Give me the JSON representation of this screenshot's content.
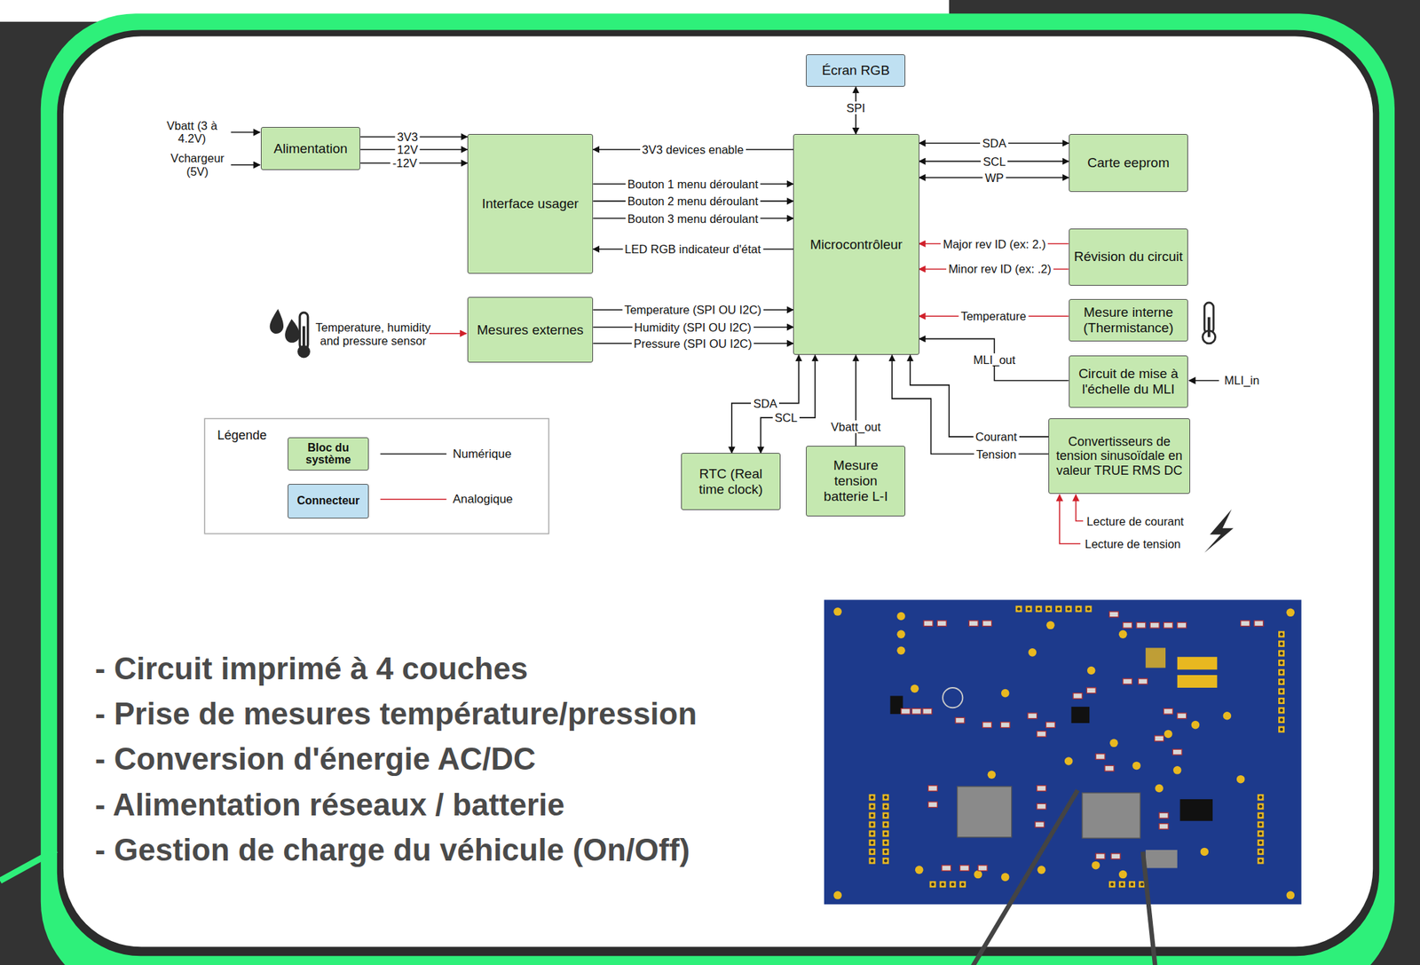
{
  "diagram": {
    "nodes": [
      {
        "text": [
          "Écran RGB"
        ]
      },
      {
        "text": [
          "Alimentation"
        ]
      },
      {
        "text": [
          "Interface usager"
        ]
      },
      {
        "text": [
          "Microcontrôleur"
        ]
      },
      {
        "text": [
          "Carte eeprom"
        ]
      },
      {
        "text": [
          "Révision du circuit"
        ]
      },
      {
        "text": [
          "Mesure interne (Thermistance)"
        ]
      },
      {
        "text": [
          "Mesures externes"
        ]
      },
      {
        "text": [
          "Circuit de mise à l'échelle du MLI"
        ]
      },
      {
        "text": [
          "Convertisseurs de tension sinusoïdale en valeur TRUE RMS DC"
        ]
      },
      {
        "text": [
          "RTC (Real time clock)"
        ]
      },
      {
        "text": [
          "Mesure tension batterie L-I"
        ]
      }
    ],
    "edges": [
      {
        "from": 3,
        "to": 0,
        "label": "SPI",
        "arrow": "both"
      },
      {
        "from": 1,
        "to": 2,
        "label": "3V3",
        "arrow": "to"
      },
      {
        "from": 1,
        "to": 2,
        "label": "12V",
        "arrow": "to"
      },
      {
        "from": 1,
        "to": 2,
        "label": "-12V",
        "arrow": "to"
      },
      {
        "from": 3,
        "to": 2,
        "label": "3V3 devices enable",
        "arrow": "to"
      },
      {
        "from": 2,
        "to": 3,
        "label": "Bouton 1 menu déroulant",
        "arrow": "to"
      },
      {
        "from": 2,
        "to": 3,
        "label": "Bouton 2 menu déroulant",
        "arrow": "to"
      },
      {
        "from": 2,
        "to": 3,
        "label": "Bouton 3 menu déroulant",
        "arrow": "to"
      },
      {
        "from": 3,
        "to": 2,
        "label": "LED RGB indicateur d'état",
        "arrow": "to"
      },
      {
        "from": 3,
        "to": 4,
        "label": "SDA",
        "arrow": "both"
      },
      {
        "from": 3,
        "to": 4,
        "label": "SCL",
        "arrow": "both"
      },
      {
        "from": 3,
        "to": 4,
        "label": "WP",
        "arrow": "both"
      },
      {
        "from": 5,
        "to": 3,
        "label": "Major rev ID (ex: 2.)",
        "arrow": "to"
      },
      {
        "from": 5,
        "to": 3,
        "label": "Minor rev ID (ex: .2)",
        "arrow": "to"
      },
      {
        "from": 7,
        "to": 3,
        "label": "Temperature (SPI OU I2C)",
        "arrow": "to"
      },
      {
        "from": 7,
        "to": 3,
        "label": "Humidity (SPI OU I2C)",
        "arrow": "to"
      },
      {
        "from": 7,
        "to": 3,
        "label": "Pressure (SPI OU I2C)",
        "arrow": "to"
      },
      {
        "from": 6,
        "to": 3,
        "label": "Temperature",
        "arrow": "to"
      },
      {
        "from": 8,
        "to": 3,
        "label": "MLI_out",
        "arrow": "to"
      },
      {
        "from": 3,
        "to": 10,
        "label": "SDA",
        "arrow": "both"
      },
      {
        "from": 3,
        "to": 10,
        "label": "SCL",
        "arrow": "both"
      },
      {
        "from": 11,
        "to": 3,
        "label": "Vbatt_out",
        "arrow": "to"
      },
      {
        "from": 9,
        "to": 3,
        "label": "Courant",
        "arrow": "to"
      },
      {
        "from": 9,
        "to": 3,
        "label": "Tension",
        "arrow": "to"
      }
    ],
    "labels": [
      "Vbatt (3 à 4.2V)",
      "Vchargeur (5V)",
      "Temperature, humidity and pressure sensor",
      "MLI_in",
      "Lecture de courant",
      "Lecture de tension",
      "Légende",
      "- Circuit imprimé à 4 couches",
      "- Prise de mesures température/pression",
      "- Conversion d'énergie AC/DC",
      "- Alimentation réseaux / batterie",
      "- Gestion de charge du véhicule (On/Off)"
    ],
    "legend": [
      {
        "text": "Bloc du système",
        "color": "#c5e8b0"
      },
      {
        "text": "Connecteur",
        "color": "#bfe0f2"
      },
      {
        "text": "Numérique"
      },
      {
        "text": "Analogique"
      }
    ]
  }
}
